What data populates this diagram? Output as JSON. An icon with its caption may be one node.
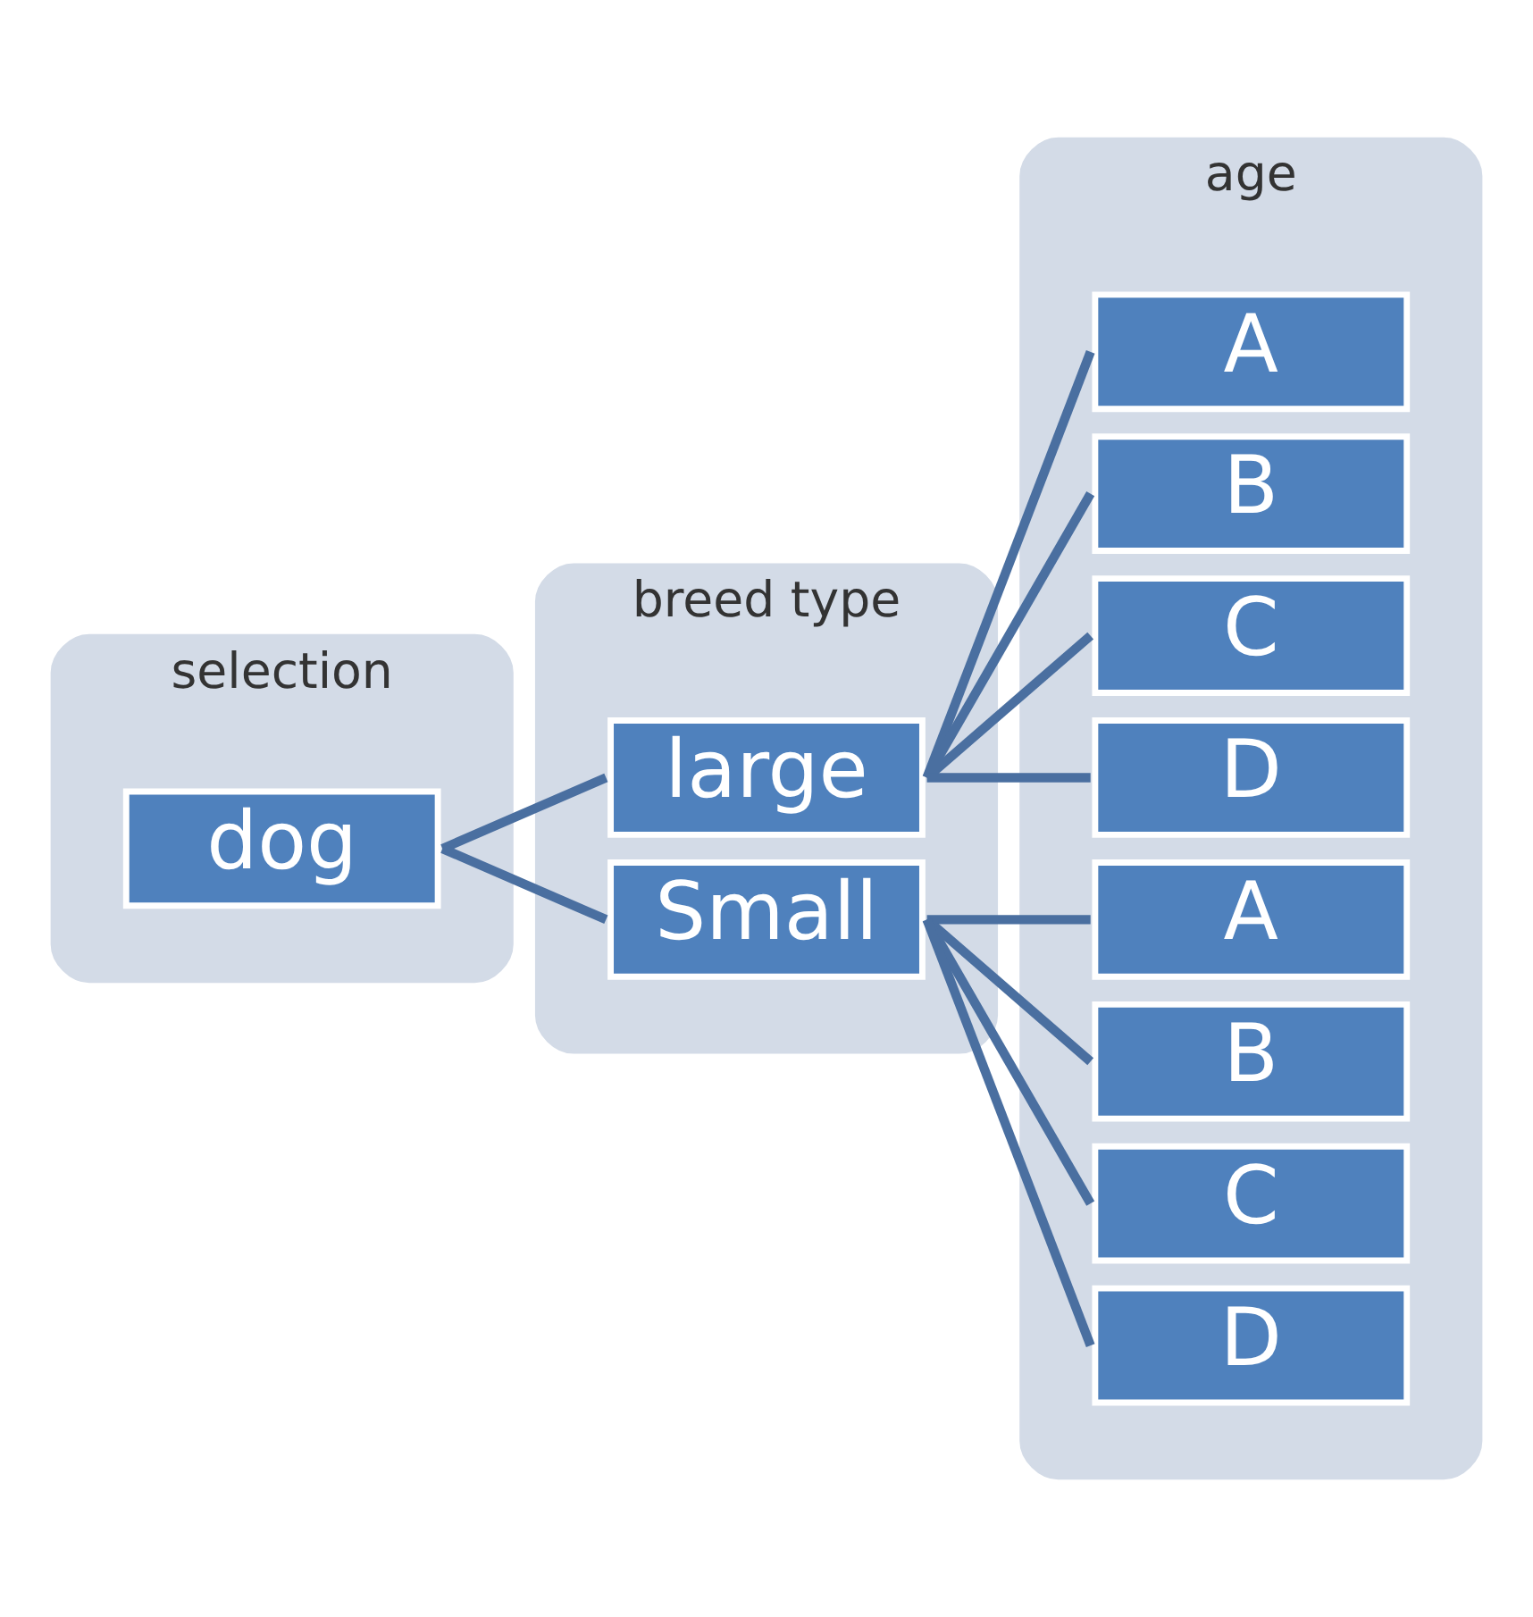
{
  "diagram": {
    "nodes": [
      {
        "text": [
          "selection"
        ]
      },
      {
        "text": [
          "breed type"
        ]
      },
      {
        "text": [
          "age"
        ]
      },
      {
        "text": [
          "dog"
        ],
        "in": 0
      },
      {
        "text": [
          "large"
        ],
        "in": 1
      },
      {
        "text": [
          "Small"
        ],
        "in": 1
      },
      {
        "text": [
          "A"
        ],
        "in": 2
      },
      {
        "text": [
          "B"
        ],
        "in": 2
      },
      {
        "text": [
          "C"
        ],
        "in": 2
      },
      {
        "text": [
          "D"
        ],
        "in": 2
      },
      {
        "text": [
          "A"
        ],
        "in": 2
      },
      {
        "text": [
          "B"
        ],
        "in": 2
      },
      {
        "text": [
          "C"
        ],
        "in": 2
      },
      {
        "text": [
          "D"
        ],
        "in": 2
      }
    ],
    "edges": [
      {
        "from": 3,
        "to": 4,
        "arrow": "none"
      },
      {
        "from": 3,
        "to": 5,
        "arrow": "none"
      },
      {
        "from": 4,
        "to": 6,
        "arrow": "none"
      },
      {
        "from": 4,
        "to": 7,
        "arrow": "none"
      },
      {
        "from": 4,
        "to": 8,
        "arrow": "none"
      },
      {
        "from": 4,
        "to": 9,
        "arrow": "none"
      },
      {
        "from": 5,
        "to": 10,
        "arrow": "none"
      },
      {
        "from": 5,
        "to": 11,
        "arrow": "none"
      },
      {
        "from": 5,
        "to": 12,
        "arrow": "none"
      },
      {
        "from": 5,
        "to": 13,
        "arrow": "none"
      }
    ]
  }
}
